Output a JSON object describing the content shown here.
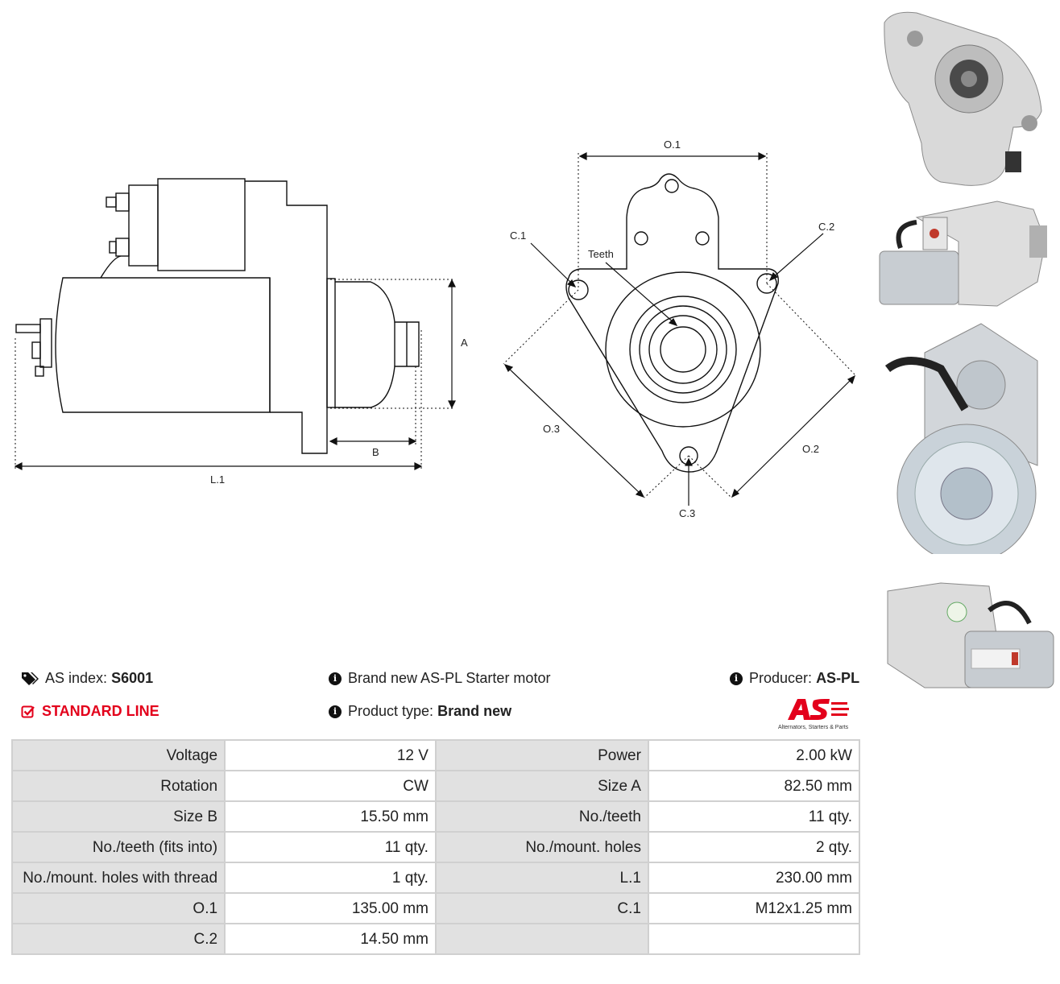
{
  "drawing": {
    "labels": {
      "a": "A",
      "b": "B",
      "l1": "L.1",
      "o1": "O.1",
      "o2": "O.2",
      "o3": "O.3",
      "c1": "C.1",
      "c2": "C.2",
      "c3": "C.3",
      "teeth": "Teeth"
    }
  },
  "photos": [
    {
      "icon": "starter-front-view-photo"
    },
    {
      "icon": "starter-side-view-photo"
    },
    {
      "icon": "starter-rear-view-photo"
    },
    {
      "icon": "starter-label-side-photo"
    }
  ],
  "info": {
    "as_index_label": "AS index:",
    "as_index_value": "S6001",
    "line_label": "STANDARD LINE",
    "description": "Brand new AS-PL Starter motor",
    "product_type_label": "Product type:",
    "product_type_value": "Brand new",
    "producer_label": "Producer:",
    "producer_value": "AS-PL"
  },
  "logo": {
    "mark": "AS",
    "tagline": "Alternators, Starters & Parts"
  },
  "specs": [
    [
      {
        "label": "Voltage",
        "value": "12 V"
      },
      {
        "label": "Power",
        "value": "2.00 kW"
      }
    ],
    [
      {
        "label": "Rotation",
        "value": "CW"
      },
      {
        "label": "Size A",
        "value": "82.50 mm"
      }
    ],
    [
      {
        "label": "Size B",
        "value": "15.50 mm"
      },
      {
        "label": "No./teeth",
        "value": "11 qty."
      }
    ],
    [
      {
        "label": "No./teeth (fits into)",
        "value": "11 qty."
      },
      {
        "label": "No./mount. holes",
        "value": "2 qty."
      }
    ],
    [
      {
        "label": "No./mount. holes with thread",
        "value": "1 qty."
      },
      {
        "label": "L.1",
        "value": "230.00 mm"
      }
    ],
    [
      {
        "label": "O.1",
        "value": "135.00 mm"
      },
      {
        "label": "C.1",
        "value": "M12x1.25 mm"
      }
    ],
    [
      {
        "label": "C.2",
        "value": "14.50 mm"
      },
      {
        "label": "",
        "value": ""
      }
    ]
  ],
  "colors": {
    "accent": "#e3001b",
    "label_bg": "#e1e1e1",
    "border": "#d0d0d0"
  }
}
